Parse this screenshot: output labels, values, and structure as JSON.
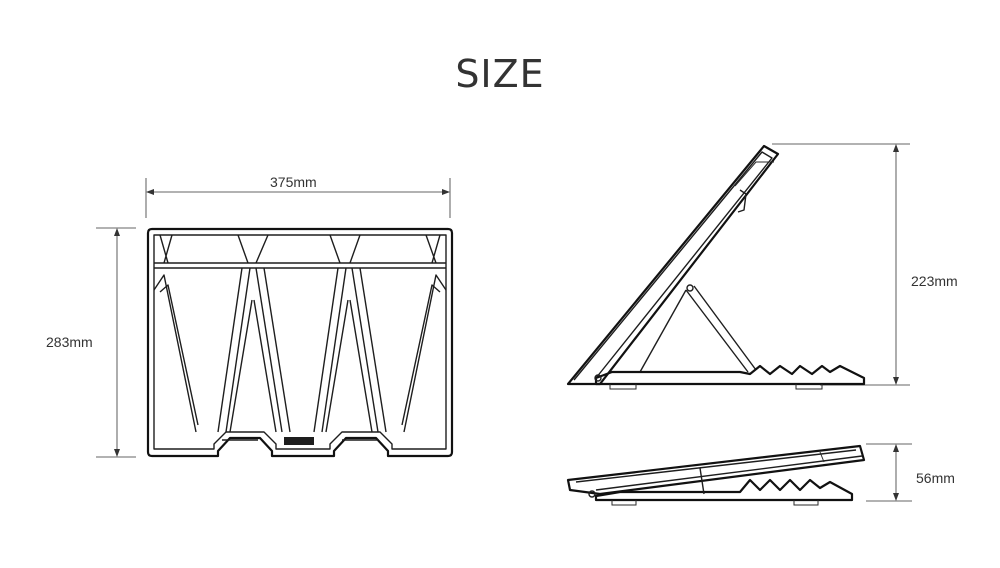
{
  "title": "SIZE",
  "dimensions": {
    "width": "375mm",
    "depth": "283mm",
    "raised_height": "223mm",
    "flat_height": "56mm"
  },
  "brand_label": "",
  "colors": {
    "ink": "#1e1e1e",
    "text": "#333333",
    "background": "#ffffff"
  }
}
